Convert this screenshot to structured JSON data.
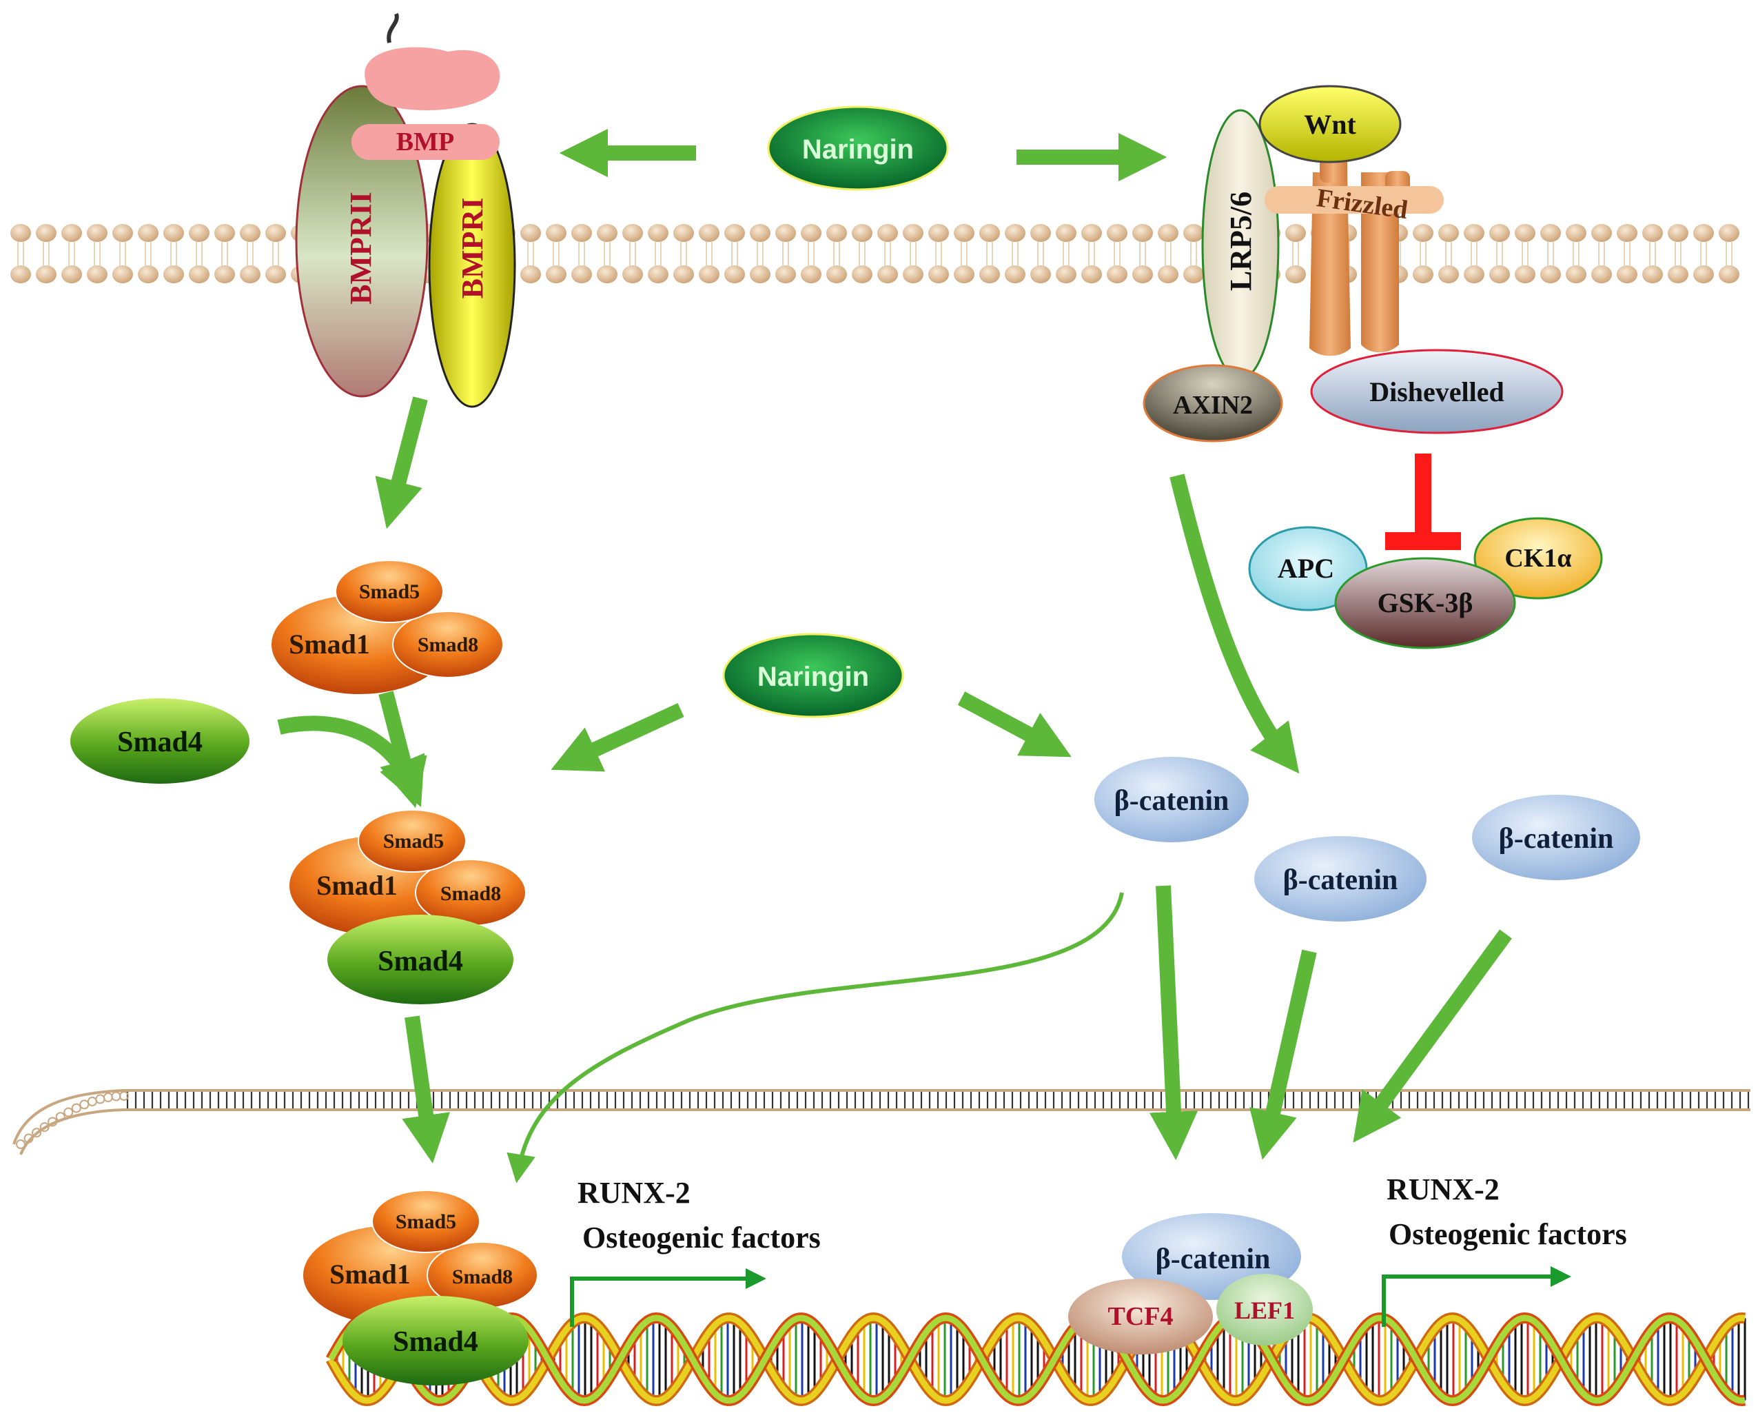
{
  "colors": {
    "arrow": "#5db83a",
    "inhibit": "#ff1a1a",
    "promoter": "#1a9a2a",
    "membrane_bead": "#e3c39c",
    "naringin_dark": "#0d7a2a",
    "naringin_text": "#d8ffd8",
    "smad_orange": "#f07a1a",
    "smad4_green": "#3c9a1a",
    "catenin_blue": "#9fbde3",
    "label_red": "#b0102a"
  },
  "naringin": {
    "top": "Naringin",
    "middle": "Naringin"
  },
  "bmp_pathway": {
    "ligand": "BMP",
    "receptor_2": "BMPRII",
    "receptor_1": "BMPRI",
    "smad5": "Smad5",
    "smad1": "Smad1",
    "smad8": "Smad8",
    "smad4": "Smad4"
  },
  "wnt_pathway": {
    "ligand": "Wnt",
    "coreceptor": "LRP5/6",
    "receptor": "Frizzled",
    "axin": "AXIN2",
    "dishevelled": "Dishevelled",
    "apc": "APC",
    "ck1a": "CK1α",
    "gsk3b": "GSK-3β",
    "catenin": "β-catenin",
    "tcf4": "TCF4",
    "lef1": "LEF1"
  },
  "targets": {
    "left_gene": "RUNX-2",
    "left_factors": "Osteogenic factors",
    "right_gene": "RUNX-2",
    "right_factors": "Osteogenic factors"
  }
}
